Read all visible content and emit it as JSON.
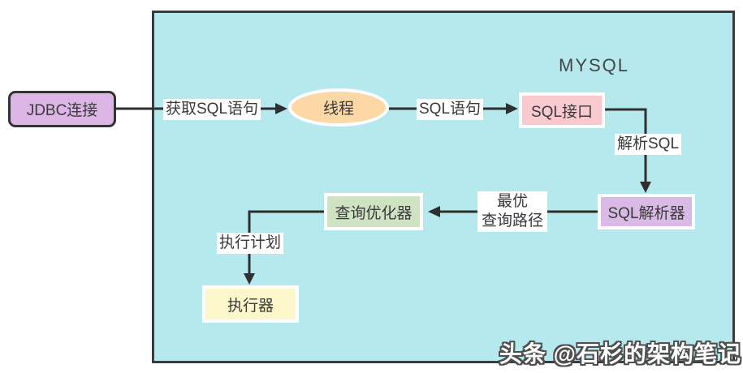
{
  "diagram": {
    "title": "MYSQL",
    "nodes": {
      "jdbc": {
        "label": "JDBC连接"
      },
      "thread": {
        "label": "线程"
      },
      "sql_interface": {
        "label": "SQL接口"
      },
      "sql_parser": {
        "label": "SQL解析器"
      },
      "query_optimizer": {
        "label": "查询优化器"
      },
      "executor": {
        "label": "执行器"
      }
    },
    "edges": {
      "get_sql": {
        "label": "获取SQL语句"
      },
      "sql_statement": {
        "label": "SQL语句"
      },
      "parse_sql": {
        "label": "解析SQL"
      },
      "best_path": {
        "line1": "最优",
        "line2": "查询路径"
      },
      "exec_plan": {
        "label": "执行计划"
      }
    },
    "watermark": "头条 @石杉的架构笔记",
    "colors": {
      "canvas_bg": "#ffffff",
      "panel_fill": "#b5e9ee",
      "panel_border": "#3b3b3b",
      "arrow": "#2f2f2f",
      "jdbc_fill": "#dcb5e7",
      "thread_fill": "#fbd8a6",
      "interface_fill": "#f9c9cf",
      "parser_fill": "#d9bae7",
      "optimizer_fill": "#cfe3c3",
      "executor_fill": "#fcf7cb"
    }
  }
}
